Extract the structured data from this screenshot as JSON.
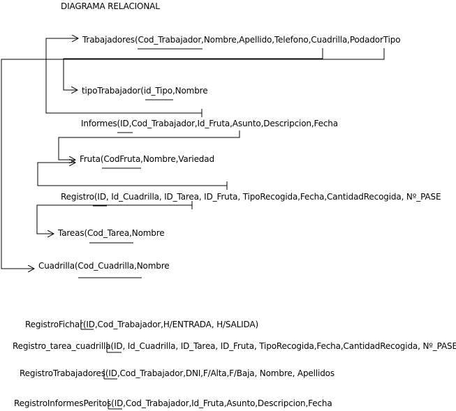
{
  "title": "DIAGRAMA RELACIONAL",
  "relations": {
    "trabajadores": {
      "text": "Trabajadores(Cod_Trabajador,Nombre,Apellido,Telefono,Cuadrilla,PodadorTipo"
    },
    "tipo_trabajador": {
      "text": "tipoTrabajador(id_Tipo,Nombre"
    },
    "informes": {
      "text": "Informes(ID,Cod_Trabajador,Id_Fruta,Asunto,Descripcion,Fecha"
    },
    "fruta": {
      "text": "Fruta(CodFruta,Nombre,Variedad"
    },
    "registro": {
      "text": "Registro(ID, Id_Cuadrilla, ID_Tarea, ID_Fruta, TipoRecogida,Fecha,CantidadRecogida, Nº_PASE"
    },
    "tareas": {
      "text": "Tareas(Cod_Tarea,Nombre"
    },
    "cuadrilla": {
      "text": "Cuadrilla(Cod_Cuadrilla,Nombre"
    }
  },
  "other_tables": {
    "registro_fichar": {
      "text": "RegistroFichar(ID,Cod_Trabajador,H/ENTRADA, H/SALIDA)"
    },
    "registro_tarea_cuadrilla": {
      "text": "Registro_tarea_cuadrilla(ID, Id_Cuadrilla, ID_Tarea, ID_Fruta, TipoRecogida,Fecha,CantidadRecogida, Nº_PASE"
    },
    "registro_trabajadores": {
      "text": "RegistroTrabajadores(ID,Cod_Trabajador,DNI,F/Alta,F/Baja, Nombre, Apellidos"
    },
    "registro_informes_peritos": {
      "text": "RegistroInformesPeritos(ID,Cod_Trabajador,Id_Fruta,Asunto,Descripcion,Fecha"
    }
  }
}
